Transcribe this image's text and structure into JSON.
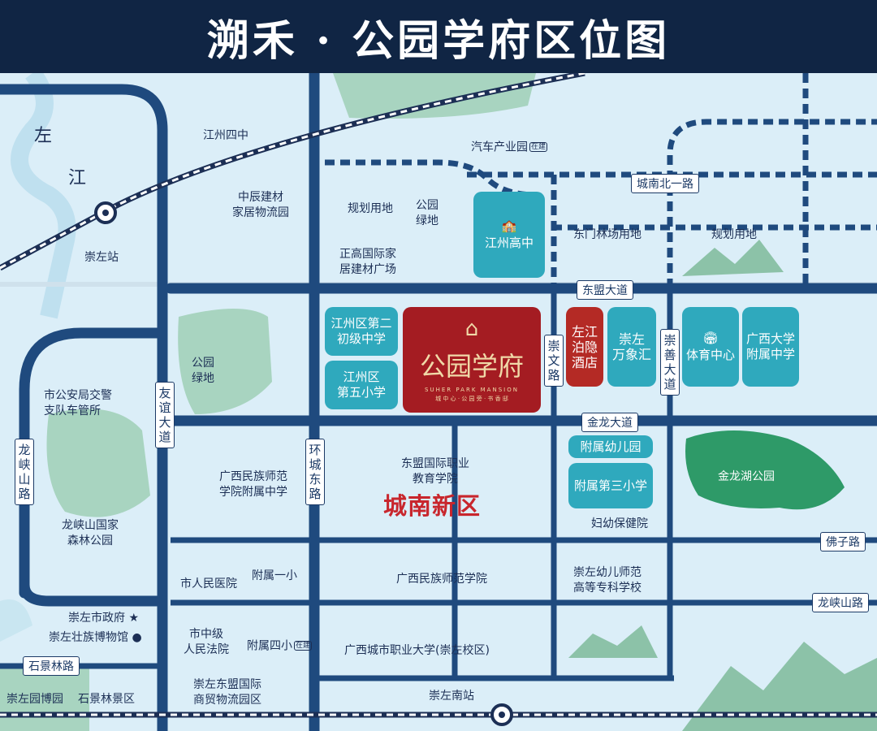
{
  "header": {
    "title": "溯禾 · 公园学府区位图"
  },
  "roads": {
    "chengnan_north1": "城南北一路",
    "dongmeng": "东盟大道",
    "jinlong": "金龙大道",
    "fozi": "佛子路",
    "longxiashan": "龙峡山路",
    "shijinglin": "石景林路",
    "youyi": "友谊大道",
    "longxia": "龙峡山路",
    "huancheng_east": "环城东路",
    "chongwen": "崇文路",
    "chongshan": "崇善大道"
  },
  "places": {
    "jiangzhou4": "江州四中",
    "auto_park": "汽车产业园",
    "zhongchen": "中辰建材\n家居物流园",
    "zhenggao": "正高国际家\n居建材广场",
    "plan_land1": "规划用地",
    "park_green1": "公园\n绿地",
    "plan_land2": "规划用地",
    "dongmen_forest": "东门林场用地",
    "chongzuo_station": "崇左站",
    "left_river1": "左",
    "left_river2": "江",
    "park_green2": "公园\n绿地",
    "police": "市公安局交警\n支队车管所",
    "longxia_park": "龙峡山国家\n森林公园",
    "guangxi_normal_high": "广西民族师范\n学院附属中学",
    "dongmeng_vocational": "东盟国际职业\n教育学院",
    "chengnan_district": "城南新区",
    "city_hospital": "市人民医院",
    "attached_primary1": "附属一小",
    "guangxi_normal": "广西民族师范学院",
    "kindergarten_college": "崇左幼儿师范\n高等专科学校",
    "gov": "崇左市政府",
    "museum": "崇左壮族博物馆",
    "court": "市中级\n人民法院",
    "attached_primary4": "附属四小",
    "vocational_univ": "广西城市职业大学(崇左校区)",
    "expo_park": "崇左园博园",
    "shijinglin_scenic": "石景林景区",
    "asean_logistics": "崇左东盟国际\n商贸物流园区",
    "chongzuo_south": "崇左南站",
    "maternal": "妇幼保健院",
    "jinlong_lake": "金龙湖公园"
  },
  "tags": {
    "planned": "在建"
  },
  "boxes": {
    "jiangzhou_high": "江州高中",
    "jz_second_middle": "江州区第二\n初级中学",
    "jz_fifth_primary": "江州区\n第五小学",
    "hotel": "左江\n泊隐\n酒店",
    "wanxiang": "崇左\n万象汇",
    "sports": "体育中心",
    "gxu_high": "广西大学\n附属中学",
    "attached_kinder": "附属幼儿园",
    "attached_third": "附属第三小学"
  },
  "project": {
    "name": "公园学府",
    "brand": "溯禾",
    "sub": "SUHER PARK MANSION",
    "tiny": "城 中 心 · 公 园 旁 · 书 香 邸"
  },
  "colors": {
    "header": "#102544",
    "road": "#1c3a66",
    "teal": "#2fa9bd",
    "red": "#a41c22",
    "green": "#8fc3a6"
  }
}
